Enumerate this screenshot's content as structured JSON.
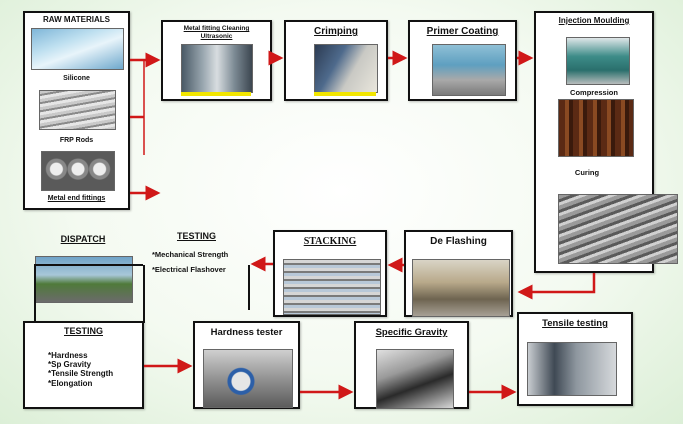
{
  "colors": {
    "arrow": "#d01818",
    "box_border": "#111111",
    "background": "#eaf6e6"
  },
  "raw_materials": {
    "title": "RAW MATERIALS",
    "items": [
      "Silicone",
      "FRP Rods",
      "Metal end fittings"
    ]
  },
  "steps": {
    "cleaning": {
      "title_line1": "Metal fitting Cleaning",
      "title_line2": "Ultrasonic"
    },
    "crimping": {
      "title": "Crimping"
    },
    "primer": {
      "title": "Primer Coating"
    },
    "moulding": {
      "title": "Injection Moulding",
      "compression": "Compression",
      "curing": "Curing"
    },
    "deflashing": {
      "title": "De Flashing"
    },
    "stacking": {
      "title": "STACKING"
    },
    "testing_electrical": {
      "title": "TESTING",
      "items": [
        "*Mechanical Strength",
        "*Electrical Flashover"
      ]
    },
    "dispatch": {
      "title": "DISPATCH"
    },
    "testing_physical": {
      "title": "TESTING",
      "items": [
        "*Hardness",
        "*Sp Gravity",
        "*Tensile Strength",
        "*Elongation"
      ]
    },
    "hardness": {
      "title": "Hardness tester"
    },
    "specific_gravity": {
      "title": "Specific Gravity"
    },
    "tensile": {
      "title": "Tensile testing"
    }
  }
}
